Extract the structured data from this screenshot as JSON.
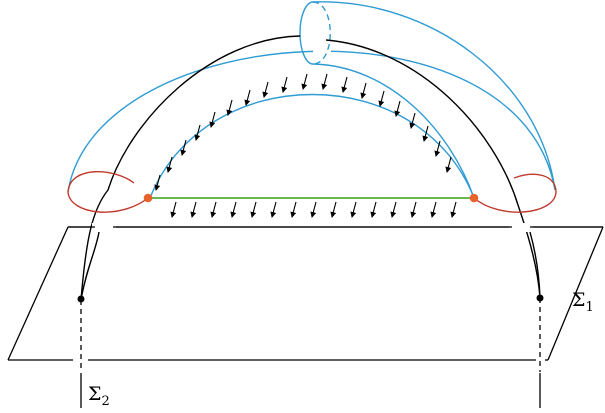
{
  "labels": {
    "sigma1": {
      "base": "Σ",
      "sub": "1"
    },
    "sigma2": {
      "base": "Σ",
      "sub": "2"
    }
  },
  "colors": {
    "tube": "#2f9bd3",
    "core": "#000000",
    "disk_boundary": "#c0392b",
    "segment": "#38a11a",
    "endpoint": "#e8622a",
    "plane": "#000000",
    "arrows": "#000000"
  }
}
